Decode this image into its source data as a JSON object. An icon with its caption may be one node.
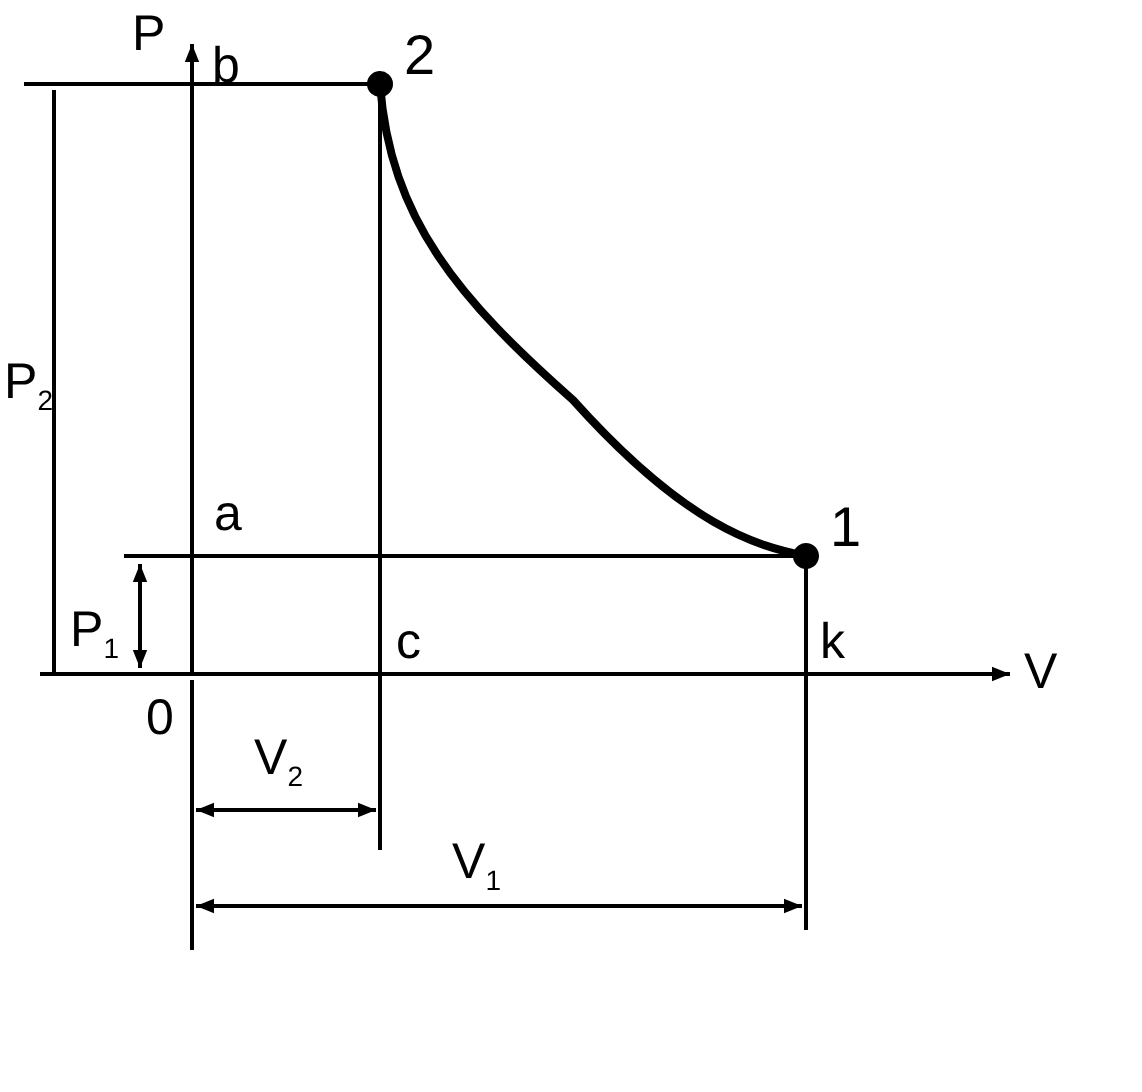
{
  "diagram": {
    "nodes": [
      {
        "text": [
          "2"
        ]
      },
      {
        "text": [
          "1"
        ]
      }
    ],
    "edges": [
      {
        "from": 0,
        "to": 1,
        "arrow": "other"
      }
    ],
    "labels": [
      "P",
      "b",
      "P$_{2}$",
      "a",
      "P$_{1}$",
      "c",
      "k",
      "V",
      "0",
      "V$_{2}$",
      "V$_{1}$"
    ]
  }
}
